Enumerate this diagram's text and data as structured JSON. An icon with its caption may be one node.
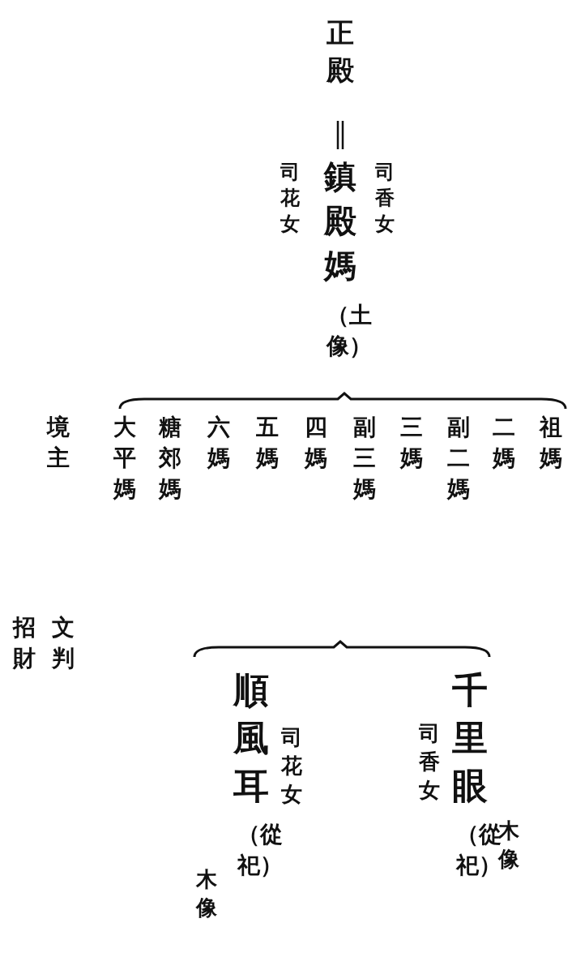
{
  "diagram": {
    "nodes": [
      {
        "text": [
          "正殿"
        ]
      },
      {
        "text": [
          "鎮殿媽",
          "（土像）"
        ],
        "beside": [
          "司香女",
          "司花女"
        ]
      },
      {
        "text": [
          "祖媽"
        ]
      },
      {
        "text": [
          "二媽"
        ]
      },
      {
        "text": [
          "副二媽"
        ]
      },
      {
        "text": [
          "三媽"
        ]
      },
      {
        "text": [
          "副三媽"
        ]
      },
      {
        "text": [
          "四媽"
        ]
      },
      {
        "text": [
          "五媽"
        ]
      },
      {
        "text": [
          "六媽"
        ]
      },
      {
        "text": [
          "糖郊媽"
        ]
      },
      {
        "text": [
          "大平媽"
        ]
      },
      {
        "text": [
          "境主"
        ]
      },
      {
        "text": [
          "文判"
        ]
      },
      {
        "text": [
          "招財"
        ]
      },
      {
        "text": [
          "千里眼",
          "（從祀）"
        ],
        "beside": [
          "司香女",
          "木像"
        ]
      },
      {
        "text": [
          "順風耳",
          "（從祀）"
        ],
        "beside": [
          "司花女",
          "木像"
        ]
      }
    ],
    "edges": [
      {
        "from": 0,
        "to": 1,
        "arrow": "none"
      }
    ]
  }
}
